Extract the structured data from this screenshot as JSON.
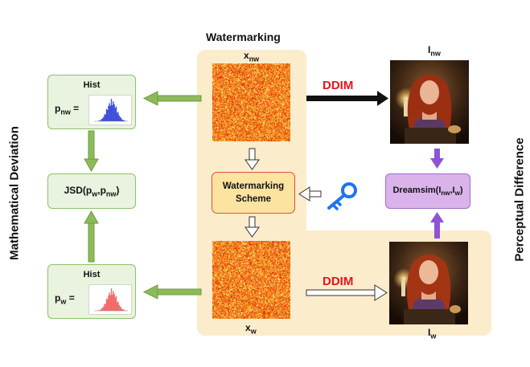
{
  "titles": {
    "watermarking": "Watermarking",
    "left_axis": "Mathematical Deviation",
    "right_axis": "Perceptual Difference"
  },
  "latents": {
    "top_label": {
      "base": "x",
      "sub": "nw"
    },
    "bottom_label": {
      "base": "x",
      "sub": "w"
    }
  },
  "images": {
    "top_label": {
      "base": "I",
      "sub": "nw"
    },
    "bottom_label": {
      "base": "I",
      "sub": "w"
    }
  },
  "ddim": {
    "top": "DDIM",
    "bottom": "DDIM"
  },
  "scheme": {
    "line1": "Watermarking",
    "line2": "Scheme",
    "icon": "key-icon"
  },
  "dreamsim": {
    "text": "Dreamsim(I",
    "sub1": "nw",
    "sep": ",I",
    "sub2": "w",
    "close": ")"
  },
  "hist_top": {
    "title": "Hist",
    "p": "p",
    "sub": "nw",
    "eq": " ="
  },
  "hist_bottom": {
    "title": "Hist",
    "p": "p",
    "sub": "w",
    "eq": " ="
  },
  "jsd": {
    "text": "JSD(p",
    "sub1": "w",
    "sep": ",p",
    "sub2": "nw",
    "close": ")"
  },
  "colors": {
    "panel": "#fbeccc",
    "green_box": "#e9f3df",
    "green_border": "#8cc06b",
    "arrow_green": "#8dbb5a",
    "scheme_fill": "#fde3a0",
    "scheme_border": "#e2503a",
    "dreamsim_fill": "#d9b3ea",
    "dreamsim_border": "#a46bc7",
    "purple_arrow": "#8f53d6",
    "ddim_red": "#e8141a",
    "hist_top": "#3f4fd8",
    "hist_bottom": "#f26b6b",
    "key": "#1e74f0"
  }
}
